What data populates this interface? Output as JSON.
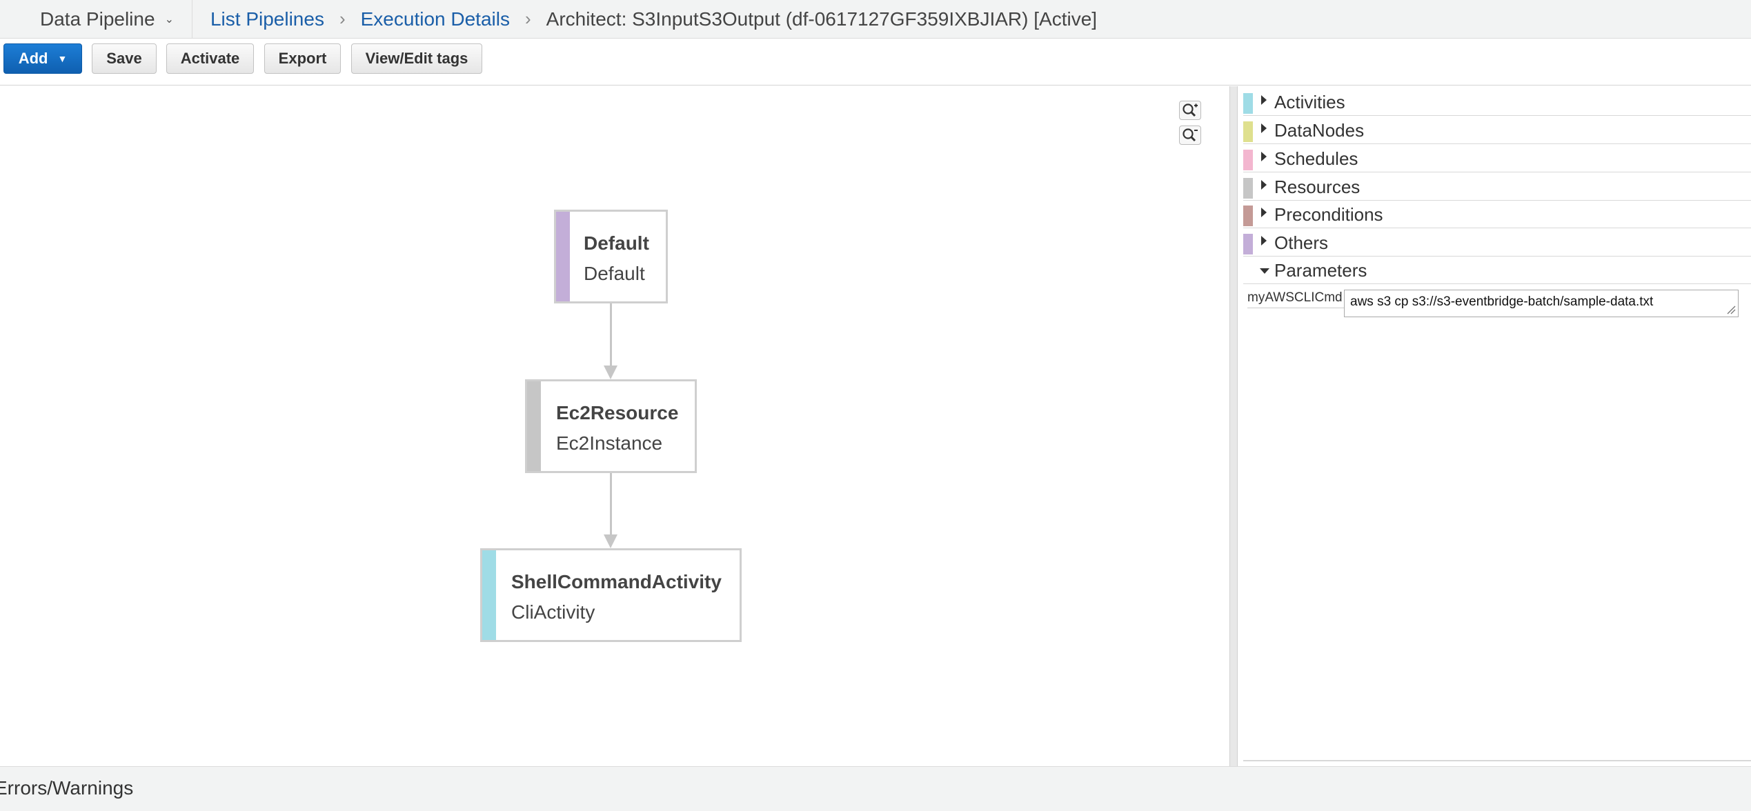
{
  "breadcrumb": {
    "service": "Data Pipeline",
    "items": [
      "List Pipelines",
      "Execution Details"
    ],
    "current": "Architect: S3InputS3Output (df-0617127GF359IXBJIAR) [Active]"
  },
  "toolbar": {
    "add": "Add",
    "save": "Save",
    "activate": "Activate",
    "export": "Export",
    "tags": "View/Edit tags"
  },
  "graph": {
    "nodes": [
      {
        "name": "Default",
        "type": "Default",
        "color": "#c3aed8"
      },
      {
        "name": "Ec2Resource",
        "type": "Ec2Instance",
        "color": "#c6c6c6"
      },
      {
        "name": "ShellCommandActivity",
        "type": "CliActivity",
        "color": "#9fdce6"
      }
    ]
  },
  "panel": {
    "sections": [
      {
        "label": "Activities",
        "color": "#9fdce6",
        "expanded": false
      },
      {
        "label": "DataNodes",
        "color": "#dfe08e",
        "expanded": false
      },
      {
        "label": "Schedules",
        "color": "#f3b6cf",
        "expanded": false
      },
      {
        "label": "Resources",
        "color": "#c6c6c6",
        "expanded": false
      },
      {
        "label": "Preconditions",
        "color": "#c49a96",
        "expanded": false
      },
      {
        "label": "Others",
        "color": "#c3aed8",
        "expanded": false
      },
      {
        "label": "Parameters",
        "color": "",
        "expanded": true
      }
    ],
    "parameter": {
      "label": "myAWSCLICmd",
      "value": "aws s3 cp s3://s3-eventbridge-batch/sample-data.txt"
    }
  },
  "footer": {
    "errors": "Errors/Warnings"
  }
}
